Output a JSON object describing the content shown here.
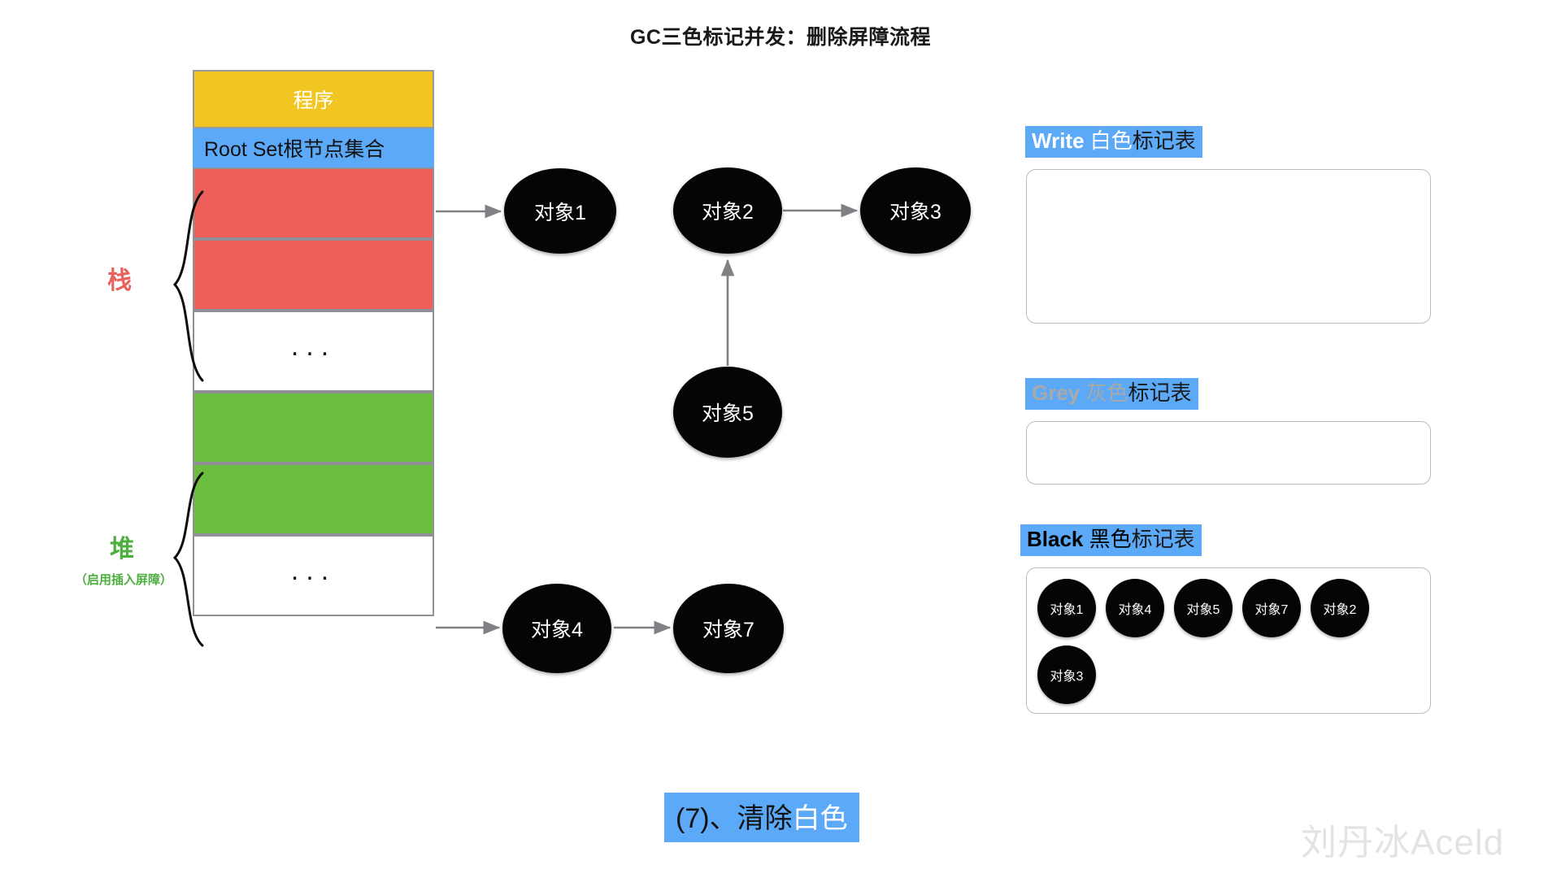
{
  "title": "GC三色标记并发：删除屏障流程",
  "memory": {
    "program_label": "程序",
    "rootset_label": "Root Set根节点集合",
    "dots": "...",
    "stack_label": "栈",
    "heap_label": "堆",
    "heap_sublabel": "（启用插入屏障）"
  },
  "objects": {
    "o1": "对象1",
    "o2": "对象2",
    "o3": "对象3",
    "o4": "对象4",
    "o5": "对象5",
    "o7": "对象7"
  },
  "tables": {
    "white": {
      "en": "Write",
      "color_cn": "白色",
      "tail": "标记表",
      "items": []
    },
    "grey": {
      "en": "Grey",
      "color_cn": "灰色",
      "tail": "标记表",
      "items": []
    },
    "black": {
      "en": "Black",
      "color_cn": "黑色",
      "tail": "标记表",
      "items": [
        "对象1",
        "对象4",
        "对象5",
        "对象7",
        "对象2",
        "对象3"
      ]
    }
  },
  "caption": {
    "prefix": "(7)、清除",
    "highlight": "白色"
  },
  "watermark": "刘丹冰Aceld",
  "colors": {
    "program_yellow": "#f2c622",
    "rootset_blue": "#5ba9f7",
    "stack_red": "#ec5f5b",
    "heap_green": "#6cbe41",
    "object_black": "#050505",
    "arrow_grey": "#7f8184",
    "stack_label_red": "#e8625d",
    "heap_label_green": "#4caf3e",
    "watermark_grey": "#e3e3e3"
  }
}
